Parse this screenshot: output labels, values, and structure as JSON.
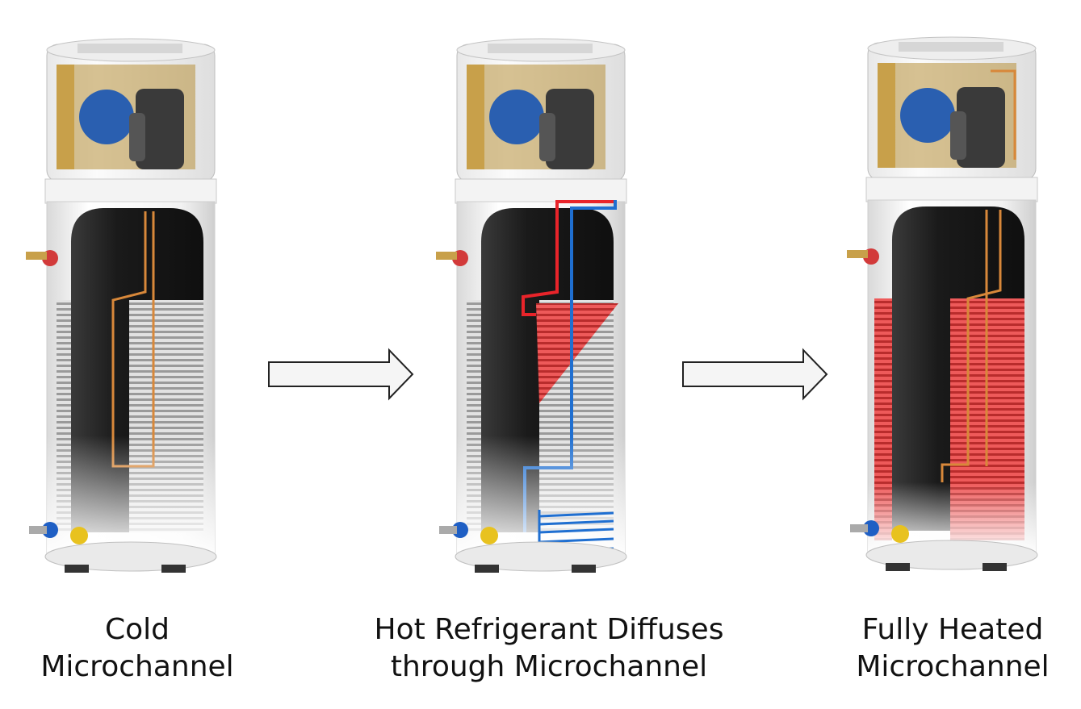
{
  "stages": [
    {
      "id": "cold",
      "caption": [
        "Cold",
        "Microchannel"
      ]
    },
    {
      "id": "diffusing",
      "caption": [
        "Hot Refrigerant Diffuses",
        "through Microchannel"
      ]
    },
    {
      "id": "heated",
      "caption": [
        "Fully Heated",
        "Microchannel"
      ]
    }
  ],
  "colors": {
    "hot_refrigerant": "#e8242a",
    "cold_refrigerant": "#1f6fd1",
    "coil_cold": "#c9c9c9",
    "coil_hot": "#e04848",
    "copper_pipe": "#d8883a",
    "brass": "#c8a04a",
    "tank": "#1e1e1e",
    "shell": "#f2f2f2"
  }
}
